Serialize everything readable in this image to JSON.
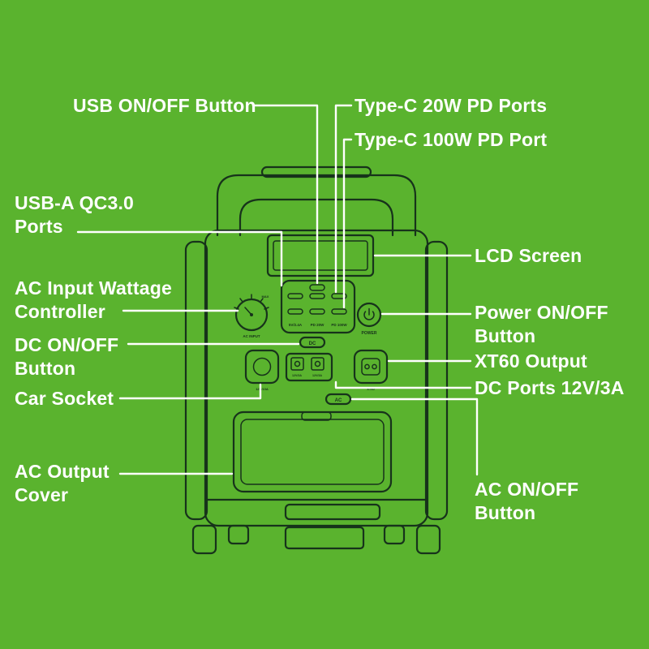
{
  "colors": {
    "background": "#5ab32e",
    "line_art": "#17331b",
    "leader_line": "#ffffff",
    "label_text": "#ffffff"
  },
  "labels": {
    "usb_onoff": "USB ON/OFF Button",
    "typec_20w": "Type-C 20W PD Ports",
    "typec_100w": "Type-C 100W PD Port",
    "usba_qc": "USB-A QC3.0\nPorts",
    "lcd": "LCD Screen",
    "ac_input": "AC Input Wattage\nController",
    "power": "Power ON/OFF\nButton",
    "dc_onoff": "DC ON/OFF\nButton",
    "xt60": "XT60 Output",
    "car_socket": "Car Socket",
    "dc_ports": "DC Ports 12V/3A",
    "ac_cover": "AC Output\nCover",
    "ac_onoff": "AC ON/OFF\nButton"
  },
  "device": {
    "power_button_label": "POWER",
    "knob_label": "AC INPUT",
    "knob_max": "MAX",
    "dc_button_glyph": "DC",
    "ac_button_glyph": "AC",
    "port_col_labels": [
      "5V/2.4A",
      "PD 20W",
      "PD 100W"
    ],
    "dc_port_labels": [
      "12V/3A",
      "12V/3A"
    ],
    "car_socket_label": "12V/10A",
    "xt60_label": "XT60"
  }
}
